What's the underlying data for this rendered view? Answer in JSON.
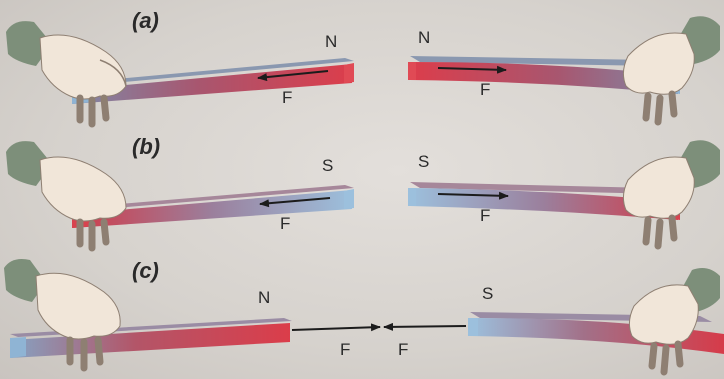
{
  "figure": {
    "panels": [
      {
        "label": "(a)",
        "left_magnet": {
          "facing_pole": "N",
          "force_label": "F"
        },
        "right_magnet": {
          "facing_pole": "N",
          "force_label": "F"
        },
        "interaction": "repel"
      },
      {
        "label": "(b)",
        "left_magnet": {
          "facing_pole": "S",
          "force_label": "F"
        },
        "right_magnet": {
          "facing_pole": "S",
          "force_label": "F"
        },
        "interaction": "repel"
      },
      {
        "label": "(c)",
        "left_magnet": {
          "facing_pole": "N",
          "force_label": "F"
        },
        "right_magnet": {
          "facing_pole": "S",
          "force_label": "F"
        },
        "interaction": "attract"
      }
    ],
    "colors": {
      "north_pole": "#d8434f",
      "south_pole": "#8fb4d4",
      "arrow": "#1c1c1c",
      "background": "#d8d4cf"
    }
  }
}
